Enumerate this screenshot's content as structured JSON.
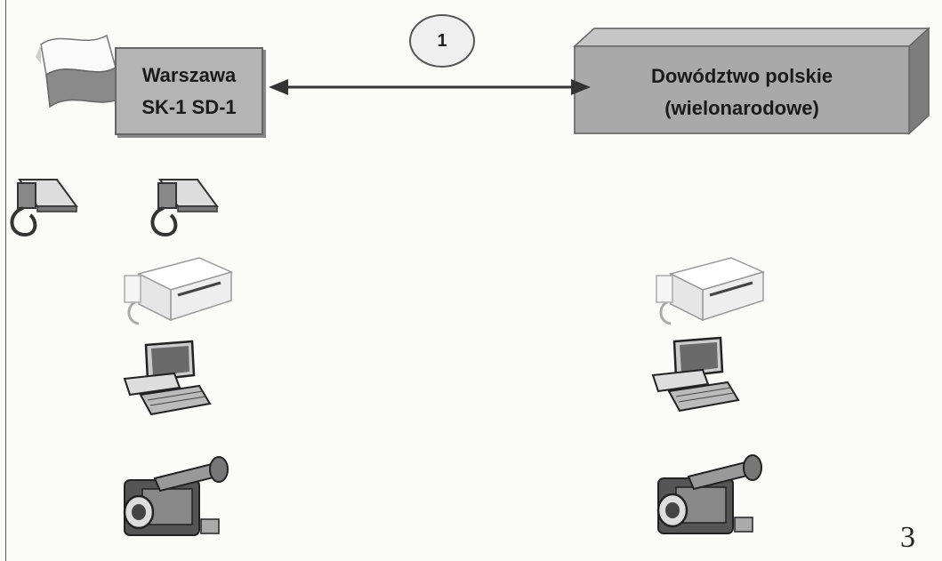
{
  "nodes": {
    "warszawa": {
      "line1": "Warszawa",
      "line2": "SK-1 SD-1"
    },
    "dowodztwo": {
      "line1": "Dowództwo polskie",
      "line2": "(wielonarodowe)"
    }
  },
  "connection": {
    "label": "1",
    "direction": "bidirectional"
  },
  "devices_left": [
    "telephone-icon",
    "telephone-icon",
    "fax-icon",
    "computer-icon",
    "camcorder-icon"
  ],
  "devices_right": [
    "fax-icon",
    "computer-icon",
    "camcorder-icon"
  ],
  "colors": {
    "box_fill": "#b4b4b4",
    "arrow": "#333333",
    "background": "#fbfbf8"
  },
  "page": {
    "number": "3"
  }
}
